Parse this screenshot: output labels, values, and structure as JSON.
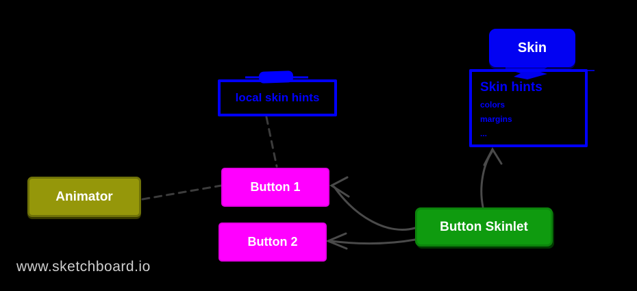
{
  "app": {
    "name": "sketchboard-diagram",
    "watermark": "www.sketchboard.io"
  },
  "colors": {
    "background": "#000000",
    "blue_shape": "#0000ff",
    "magenta_shape": "#ff00ff",
    "olive_shape": "#95970a",
    "green_shape": "#0f9b0f",
    "connector_gray": "#4a4a4a",
    "dashed_gray": "#3c3c3c",
    "watermark_gray": "#cfcfcf",
    "white_text": "#ffffff"
  },
  "nodes": {
    "skin": {
      "label": "Skin",
      "shape": "filled-rounded-rect",
      "color": "#0202f2"
    },
    "skin_hints": {
      "title": "Skin hints",
      "items": [
        "colors",
        "margins",
        "..."
      ],
      "shape": "outlined-rect",
      "color": "#0000ff"
    },
    "local_skin_hints": {
      "label": "local skin hints",
      "shape": "outlined-rect",
      "color": "#0000ff"
    },
    "animator": {
      "label": "Animator",
      "shape": "filled-rounded-rect",
      "color": "#95970a"
    },
    "button1": {
      "label": "Button 1",
      "shape": "filled-rect",
      "color": "#ff00ff"
    },
    "button2": {
      "label": "Button 2",
      "shape": "filled-rect",
      "color": "#ff00ff"
    },
    "button_skinlet": {
      "label": "Button Skinlet",
      "shape": "filled-rounded-rect",
      "color": "#0f9b0f"
    }
  },
  "edges": [
    {
      "from": "skin",
      "to": "skin_hints",
      "style": "containment-anchor",
      "color": "#0000ff"
    },
    {
      "from": "local_skin_hints",
      "to": "button1",
      "style": "dashed",
      "arrowhead": false
    },
    {
      "from": "animator",
      "to": "button1",
      "style": "dashed",
      "arrowhead": false
    },
    {
      "from": "button_skinlet",
      "to": "button1",
      "style": "solid-curved",
      "arrowhead": true
    },
    {
      "from": "button_skinlet",
      "to": "button2",
      "style": "solid-curved",
      "arrowhead": true
    },
    {
      "from": "button_skinlet",
      "to": "skin_hints",
      "style": "solid-curved",
      "arrowhead": true
    }
  ]
}
